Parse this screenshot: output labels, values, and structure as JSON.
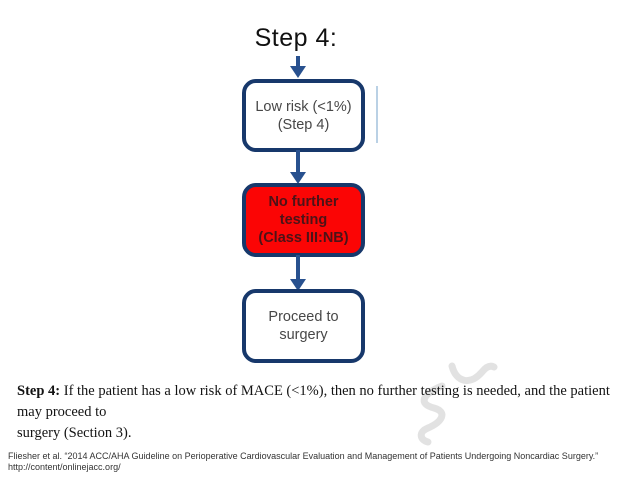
{
  "slide": {
    "title": "Step 4:",
    "flowchart": {
      "border_color": "#17386b",
      "arrow_color": "#28518f",
      "boxes": [
        {
          "id": "low-risk",
          "line1": "Low risk (<1%)",
          "line2": "(Step 4)",
          "fill": "#ffffff",
          "text_color": "#474747"
        },
        {
          "id": "no-testing",
          "line1": "No further",
          "line2": "testing",
          "line3": "(Class III:NB)",
          "fill": "#fb0505",
          "text_color": "#4c1318"
        },
        {
          "id": "proceed",
          "line1": "Proceed to",
          "line2": "surgery",
          "fill": "#ffffff",
          "text_color": "#474747"
        }
      ]
    },
    "body": {
      "step_label": "Step 4:",
      "line1": "If the patient has a low risk of MACE (<1%), then no further testing is needed, and the patient may proceed to",
      "line2": "surgery (Section 3)."
    },
    "citation": {
      "line1": "Fliesher et al. “2014 ACC/AHA Guideline on Perioperative Cardiovascular Evaluation and Management of Patients Undergoing Noncardiac Surgery.”",
      "line2": "http://content/onlinejacc.org/"
    }
  }
}
